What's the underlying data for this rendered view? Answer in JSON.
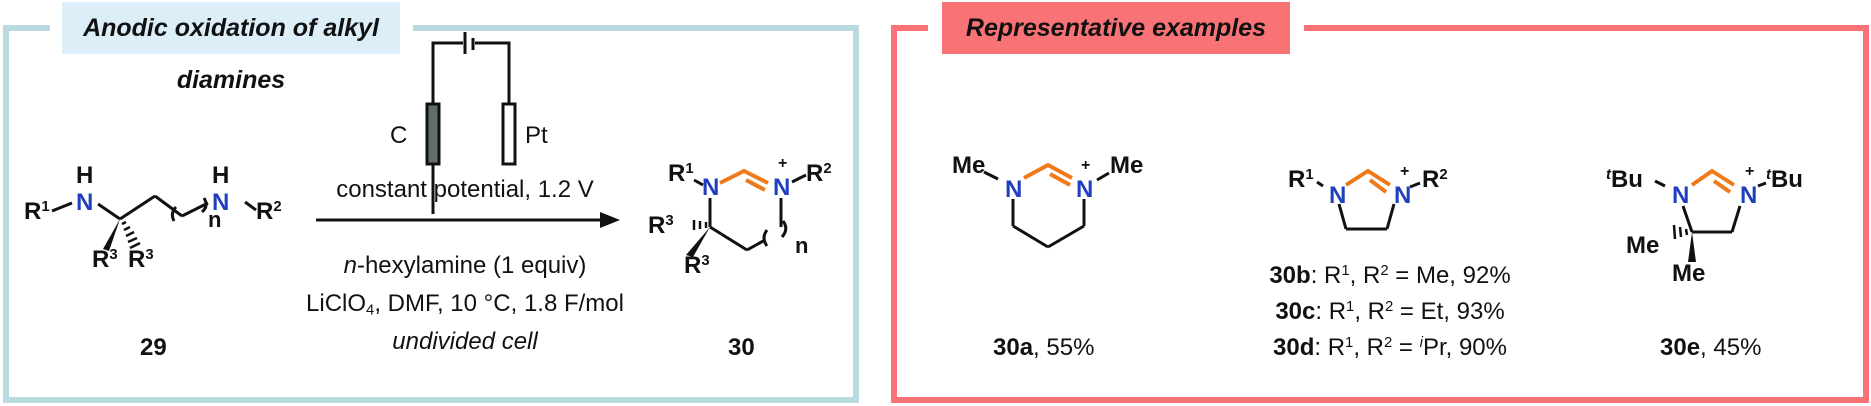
{
  "colors": {
    "left_box_border": "#b9dbe0",
    "left_title_bg": "#dceef8",
    "right_box_border": "#f97275",
    "right_title_bg": "#f97275",
    "nitrogen": "#1f3fbf",
    "amidinium_bond": "#f07a1a",
    "carbon_electrode": "#5f6e6a"
  },
  "left_panel": {
    "title": "Anodic oxidation of alkyl diamines",
    "reactant": {
      "label": "29",
      "atoms": {
        "R1": "R",
        "R1_sup": "1",
        "N": "N",
        "H": "H",
        "R2": "R",
        "R2_sup": "2",
        "R3": "R",
        "R3_sup": "3",
        "n": "n"
      }
    },
    "cell": {
      "anode_label": "C",
      "cathode_label": "Pt"
    },
    "conditions": {
      "above_arrow": "constant potential, 1.2 V",
      "line1_italic": "n",
      "line1_rest": "-hexylamine (1 equiv)",
      "line2_a": "LiClO",
      "line2_sub": "4",
      "line2_b": ", DMF, 10 °C, 1.8 F/mol",
      "line3": "undivided cell"
    },
    "product": {
      "label": "30",
      "plus": "+"
    }
  },
  "right_panel": {
    "title": "Representative examples",
    "examples": [
      {
        "id": "30a",
        "yield": ", 55%",
        "substituents": [
          "Me",
          "Me"
        ]
      },
      {
        "id": "30b",
        "rest_a": ": R",
        "sup1": "1",
        "rest_b": ", R",
        "sup2": "2",
        "rest_c": " = Me, 92%"
      },
      {
        "id": "30c",
        "rest_a": ": R",
        "sup1": "1",
        "rest_b": ", R",
        "sup2": "2",
        "rest_c": " = Et, 93%"
      },
      {
        "id": "30d",
        "rest_a": ": R",
        "sup1": "1",
        "rest_b": ", R",
        "sup2": "2",
        "rest_c": " = ",
        "sup3": "i",
        "rest_d": "Pr, 90%"
      },
      {
        "id": "30e",
        "yield": ", 45%",
        "substituents": [
          "tBu",
          "tBu",
          "Me",
          "Me"
        ],
        "t_sup": "t",
        "bu": "Bu",
        "me": "Me"
      }
    ]
  }
}
